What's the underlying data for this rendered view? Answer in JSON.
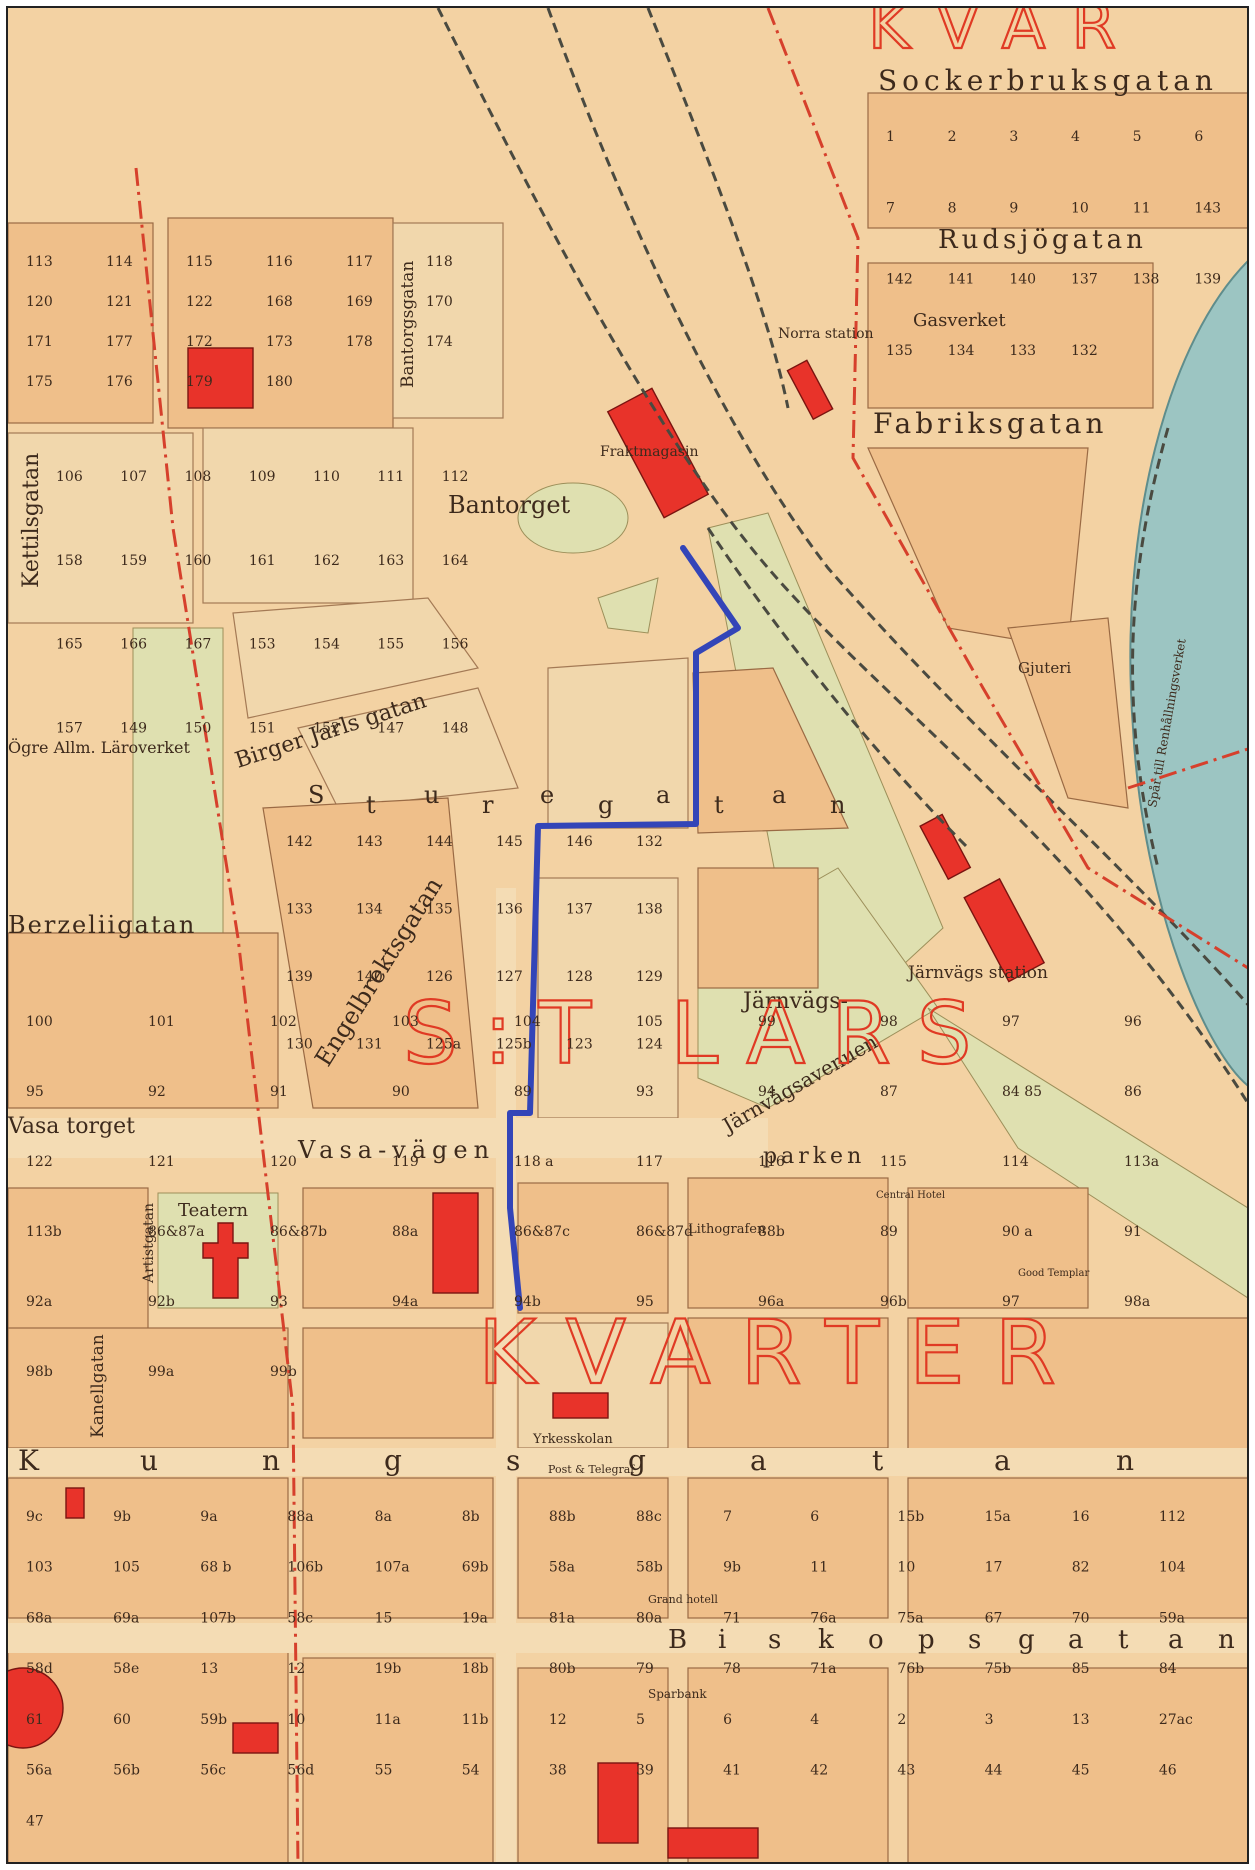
{
  "map": {
    "district_labels": [
      "S:T LARS",
      "KVARTER"
    ],
    "top_banner": "KVAR",
    "streets": [
      "Sockerbruksgatan",
      "Rudsjögatan",
      "Fabriksgatan",
      "Bantorgsgatan",
      "Birger Jarls gatan",
      "Engelbrektsgatan",
      "Berzeliigatan",
      "Järnvägsavenuen",
      "Kettilsgatan",
      "Kanellgatan",
      "Artistgatan",
      "Spår till Renhållningsverket"
    ],
    "places": {
      "bantorget": "Bantorget",
      "norra_station": "Norra station",
      "gasverket": "Gasverket",
      "fraktmagasin": "Fraktmagasin",
      "jarnvags_station": "Järnvägs station",
      "jarnvags_parken": "Järnvägs-",
      "parken": "parken",
      "teatern": "Teatern",
      "vasa_torget": "Vasa torget",
      "yrkesskolan": "Yrkesskolan",
      "lithografen": "Lithografen",
      "central_hotell": "Central Hotel",
      "good_templar": "Good Templar",
      "grand_hotell": "Grand hotell",
      "post_telegraf": "Post & Telegraf",
      "spar_bank": "Sparbank",
      "gjuteri": "Gjuteri",
      "ovre_allm": "Ögre Allm. Läroverket",
      "vasavagen": "Vasa-vägen"
    },
    "edge_letters": {
      "kungsgatan": [
        "K",
        "u",
        "n",
        "g",
        "s",
        "g",
        "a",
        "t",
        "a",
        "n"
      ],
      "biskopsgatan": [
        "B",
        "i",
        "s",
        "k",
        "o",
        "p",
        "s",
        "g",
        "a",
        "t",
        "a",
        "n"
      ],
      "sturegatan": [
        "S",
        "t",
        "u",
        "r",
        "e",
        "g",
        "a",
        "t",
        "a",
        "n"
      ]
    },
    "block_numbers": {
      "top_right": [
        "1",
        "2",
        "3",
        "4",
        "5",
        "6",
        "7",
        "8",
        "9",
        "10",
        "11",
        "143",
        "142",
        "141",
        "140",
        "137",
        "138",
        "139",
        "135",
        "134",
        "133",
        "132"
      ],
      "top_left": [
        "113",
        "114",
        "115",
        "116",
        "117",
        "118",
        "120",
        "121",
        "122",
        "168",
        "169",
        "170",
        "171",
        "177",
        "172",
        "173",
        "178",
        "174",
        "175",
        "176",
        "179",
        "180"
      ],
      "mid_left": [
        "106",
        "107",
        "108",
        "109",
        "110",
        "111",
        "112",
        "158",
        "159",
        "160",
        "161",
        "162",
        "163",
        "164",
        "165",
        "166",
        "167",
        "153",
        "154",
        "155",
        "156",
        "157",
        "149",
        "150",
        "151",
        "152",
        "147",
        "148"
      ],
      "center": [
        "142",
        "143",
        "144",
        "145",
        "146",
        "132",
        "133",
        "134",
        "135",
        "136",
        "137",
        "138",
        "139",
        "140",
        "126",
        "127",
        "128",
        "129",
        "130",
        "131",
        "125a",
        "125b",
        "123",
        "124"
      ],
      "lower": [
        "100",
        "101",
        "102",
        "103",
        "104",
        "105",
        "99",
        "98",
        "97",
        "96",
        "95",
        "92",
        "91",
        "90",
        "89",
        "93",
        "94",
        "87",
        "84 85",
        "86",
        "122",
        "121",
        "120",
        "119",
        "118 a",
        "117",
        "116",
        "115",
        "114",
        "113a",
        "113b",
        "86&87a",
        "86&87b",
        "88a",
        "86&87c",
        "86&87d",
        "88b",
        "89",
        "90 a",
        "91",
        "92a",
        "92b",
        "93",
        "94a",
        "94b",
        "95",
        "96a",
        "96b",
        "97",
        "98a",
        "98b",
        "99a",
        "99b"
      ],
      "bottom": [
        "9c",
        "9b",
        "9a",
        "88a",
        "8a",
        "8b",
        "88b",
        "88c",
        "7",
        "6",
        "15b",
        "15a",
        "16",
        "112",
        "103",
        "105",
        "68 b",
        "106b",
        "107a",
        "69b",
        "58a",
        "58b",
        "9b",
        "11",
        "10",
        "17",
        "82",
        "104",
        "68a",
        "69a",
        "107b",
        "58c",
        "15",
        "19a",
        "81a",
        "80a",
        "71",
        "76a",
        "75a",
        "67",
        "70",
        "59a",
        "58d",
        "58e",
        "13",
        "12",
        "19b",
        "18b",
        "80b",
        "79",
        "78",
        "71a",
        "76b",
        "75b",
        "85",
        "84",
        "61",
        "60",
        "59b",
        "10",
        "11a",
        "11b",
        "12",
        "5",
        "6",
        "4",
        "2",
        "3",
        "13",
        "27ac",
        "56a",
        "56b",
        "56c",
        "56d",
        "55",
        "54",
        "38",
        "39",
        "41",
        "42",
        "43",
        "44",
        "45",
        "46",
        "47"
      ]
    }
  },
  "colors": {
    "paper": "#f3d2a3",
    "block": "#efbf8a",
    "public_building": "#e8332a",
    "park": "#dfe0b0",
    "boundary": "#d6402c",
    "route": "#3345b8",
    "railway": "#4a4a40",
    "water": "#9cc5c2"
  }
}
